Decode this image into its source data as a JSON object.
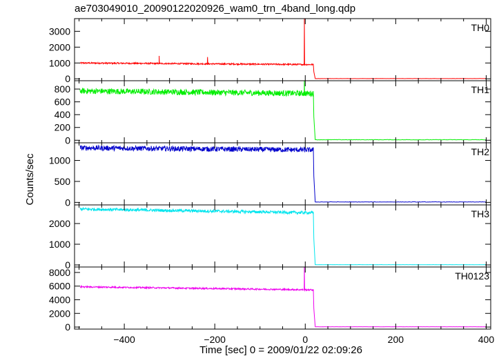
{
  "chart_data": {
    "type": "line",
    "title": "ae703049010_20090122020926_wam0_trn_4band_long.qdp",
    "xlabel": "Time [sec] 0 = 2009/01/22 02:09:26",
    "ylabel": "Counts/sec",
    "xlim": [
      -510,
      410
    ],
    "x_ticks": [
      {
        "value": -400,
        "label": "−400"
      },
      {
        "value": -200,
        "label": "−200"
      },
      {
        "value": 0,
        "label": "0"
      },
      {
        "value": 200,
        "label": "200"
      },
      {
        "value": 400,
        "label": "400"
      }
    ],
    "panels": [
      {
        "name": "TH0",
        "color": "#ff0000",
        "ylim": [
          -120,
          3800
        ],
        "y_ticks": [
          0,
          1000,
          2000,
          3000
        ],
        "base": 1000,
        "drift_end": 900,
        "noise": 45,
        "post_level": 15,
        "drop_start": 18,
        "drop_end": 22,
        "spikes": [
          {
            "x": -323,
            "y": 1450
          },
          {
            "x": -216,
            "y": 1380
          },
          {
            "x": -2,
            "y": 3800
          }
        ]
      },
      {
        "name": "TH1",
        "color": "#00ee00",
        "ylim": [
          -40,
          930
        ],
        "y_ticks": [
          0,
          200,
          400,
          600,
          800
        ],
        "base": 770,
        "drift_end": 730,
        "noise": 45,
        "post_level": 8,
        "drop_start": 18,
        "drop_end": 22,
        "spikes": [
          {
            "x": -2,
            "y": 930
          }
        ]
      },
      {
        "name": "TH2",
        "color": "#0000cc",
        "ylim": [
          -60,
          1420
        ],
        "y_ticks": [
          0,
          500,
          1000
        ],
        "base": 1300,
        "drift_end": 1250,
        "noise": 60,
        "post_level": 10,
        "drop_start": 18,
        "drop_end": 22,
        "spikes": []
      },
      {
        "name": "TH3",
        "color": "#00e5ee",
        "ylim": [
          -100,
          2900
        ],
        "y_ticks": [
          0,
          1000,
          2000
        ],
        "base": 2700,
        "drift_end": 2520,
        "noise": 70,
        "post_level": 10,
        "drop_start": 18,
        "drop_end": 22,
        "spikes": []
      },
      {
        "name": "TH0123",
        "color": "#ee00ee",
        "ylim": [
          -300,
          8800
        ],
        "y_ticks": [
          0,
          2000,
          4000,
          6000,
          8000
        ],
        "base": 5900,
        "drift_end": 5450,
        "noise": 110,
        "post_level": 40,
        "drop_start": 18,
        "drop_end": 22,
        "spikes": [
          {
            "x": -2,
            "y": 8800
          }
        ]
      }
    ]
  }
}
